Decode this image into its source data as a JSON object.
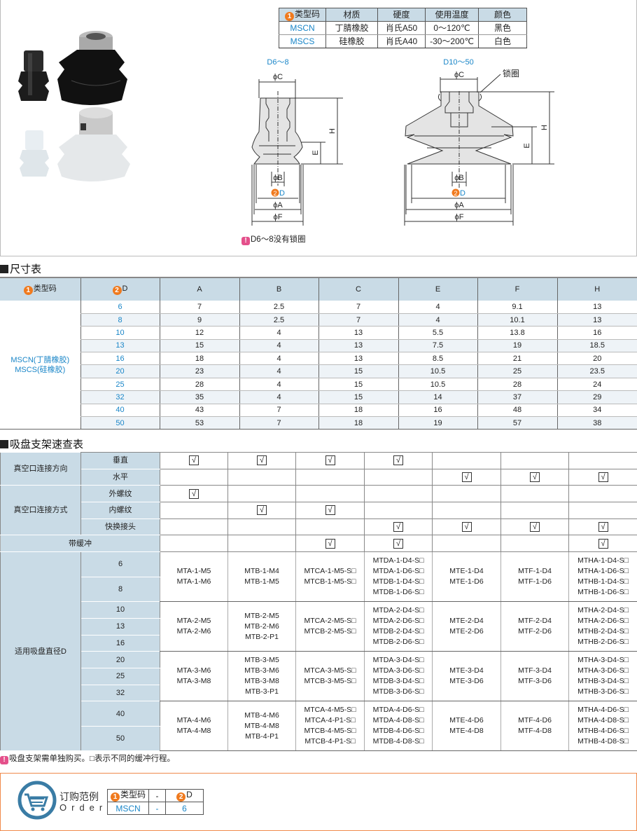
{
  "material_table": {
    "badge": "1",
    "headers": [
      "类型码",
      "材质",
      "硬度",
      "使用温度",
      "颜色"
    ],
    "rows": [
      [
        "MSCN",
        "丁腈橡胶",
        "肖氏A50",
        "0～120℃",
        "黑色"
      ],
      [
        "MSCS",
        "硅橡胶",
        "肖氏A40",
        "-30～200℃",
        "白色"
      ]
    ]
  },
  "drawings": {
    "small": {
      "title": "D6～8"
    },
    "large": {
      "title": "D10～50",
      "lock_ring": "锁圈"
    },
    "labels": {
      "c": "ϕC",
      "h": "H",
      "e": "E",
      "b": "ϕB",
      "d": "D",
      "d_badge": "2",
      "a": "ϕA",
      "f": "ϕF"
    },
    "note_icon": "!",
    "note": "D6～8没有锁圈"
  },
  "dimension_table": {
    "title": "尺寸表",
    "headers": [
      "类型码",
      "D",
      "A",
      "B",
      "C",
      "E",
      "F",
      "H"
    ],
    "header_badges": [
      "1",
      "2"
    ],
    "type_label": [
      "MSCN(丁腈橡胶)",
      "MSCS(硅橡胶)"
    ],
    "rows": [
      [
        "6",
        "7",
        "2.5",
        "7",
        "4",
        "9.1",
        "13"
      ],
      [
        "8",
        "9",
        "2.5",
        "7",
        "4",
        "10.1",
        "13"
      ],
      [
        "10",
        "12",
        "4",
        "13",
        "5.5",
        "13.8",
        "16"
      ],
      [
        "13",
        "15",
        "4",
        "13",
        "7.5",
        "19",
        "18.5"
      ],
      [
        "16",
        "18",
        "4",
        "13",
        "8.5",
        "21",
        "20"
      ],
      [
        "20",
        "23",
        "4",
        "15",
        "10.5",
        "25",
        "23.5"
      ],
      [
        "25",
        "28",
        "4",
        "15",
        "10.5",
        "28",
        "24"
      ],
      [
        "32",
        "35",
        "4",
        "15",
        "14",
        "37",
        "29"
      ],
      [
        "40",
        "43",
        "7",
        "18",
        "16",
        "48",
        "34"
      ],
      [
        "50",
        "53",
        "7",
        "18",
        "19",
        "57",
        "38"
      ]
    ]
  },
  "bracket_table": {
    "title": "吸盘支架速查表",
    "check_mark": "√",
    "groups": [
      {
        "label": "真空口连接方向",
        "rows": [
          {
            "label": "垂直",
            "checks": [
              1,
              1,
              1,
              1,
              0,
              0,
              0
            ]
          },
          {
            "label": "水平",
            "checks": [
              0,
              0,
              0,
              0,
              1,
              1,
              1
            ]
          }
        ]
      },
      {
        "label": "真空口连接方式",
        "rows": [
          {
            "label": "外螺纹",
            "checks": [
              1,
              0,
              0,
              0,
              0,
              0,
              0
            ]
          },
          {
            "label": "内螺纹",
            "checks": [
              0,
              1,
              1,
              0,
              0,
              0,
              0
            ]
          },
          {
            "label": "快换接头",
            "checks": [
              0,
              0,
              0,
              1,
              1,
              1,
              1
            ]
          }
        ]
      }
    ],
    "cushion": {
      "label": "带缓冲",
      "checks": [
        0,
        0,
        1,
        1,
        0,
        0,
        1
      ]
    },
    "diameter_label": "适用吸盘直径D",
    "diameter_groups": [
      {
        "sizes": [
          "6",
          "8"
        ],
        "codes": [
          [
            "MTA-1-M5",
            "MTA-1-M6"
          ],
          [
            "MTB-1-M4",
            "MTB-1-M5"
          ],
          [
            "MTCA-1-M5-S□",
            "MTCB-1-M5-S□"
          ],
          [
            "MTDA-1-D4-S□",
            "MTDA-1-D6-S□",
            "MTDB-1-D4-S□",
            "MTDB-1-D6-S□"
          ],
          [
            "MTE-1-D4",
            "MTE-1-D6"
          ],
          [
            "MTF-1-D4",
            "MTF-1-D6"
          ],
          [
            "MTHA-1-D4-S□",
            "MTHA-1-D6-S□",
            "MTHB-1-D4-S□",
            "MTHB-1-D6-S□"
          ]
        ]
      },
      {
        "sizes": [
          "10",
          "13",
          "16"
        ],
        "codes": [
          [
            "MTA-2-M5",
            "MTA-2-M6"
          ],
          [
            "MTB-2-M5",
            "MTB-2-M6",
            "MTB-2-P1"
          ],
          [
            "MTCA-2-M5-S□",
            "MTCB-2-M5-S□"
          ],
          [
            "MTDA-2-D4-S□",
            "MTDA-2-D6-S□",
            "MTDB-2-D4-S□",
            "MTDB-2-D6-S□"
          ],
          [
            "MTE-2-D4",
            "MTE-2-D6"
          ],
          [
            "MTF-2-D4",
            "MTF-2-D6"
          ],
          [
            "MTHA-2-D4-S□",
            "MTHA-2-D6-S□",
            "MTHB-2-D4-S□",
            "MTHB-2-D6-S□"
          ]
        ]
      },
      {
        "sizes": [
          "20",
          "25",
          "32"
        ],
        "codes": [
          [
            "MTA-3-M6",
            "MTA-3-M8"
          ],
          [
            "MTB-3-M5",
            "MTB-3-M6",
            "MTB-3-M8",
            "MTB-3-P1"
          ],
          [
            "MTCA-3-M5-S□",
            "MTCB-3-M5-S□"
          ],
          [
            "MTDA-3-D4-S□",
            "MTDA-3-D6-S□",
            "MTDB-3-D4-S□",
            "MTDB-3-D6-S□"
          ],
          [
            "MTE-3-D4",
            "MTE-3-D6"
          ],
          [
            "MTF-3-D4",
            "MTF-3-D6"
          ],
          [
            "MTHA-3-D4-S□",
            "MTHA-3-D6-S□",
            "MTHB-3-D4-S□",
            "MTHB-3-D6-S□"
          ]
        ]
      },
      {
        "sizes": [
          "40",
          "50"
        ],
        "codes": [
          [
            "MTA-4-M6",
            "MTA-4-M8"
          ],
          [
            "MTB-4-M6",
            "MTB-4-M8",
            "MTB-4-P1"
          ],
          [
            "MTCA-4-M5-S□",
            "MTCA-4-P1-S□",
            "MTCB-4-M5-S□",
            "MTCB-4-P1-S□"
          ],
          [
            "MTDA-4-D6-S□",
            "MTDA-4-D8-S□",
            "MTDB-4-D6-S□",
            "MTDB-4-D8-S□"
          ],
          [
            "MTE-4-D6",
            "MTE-4-D8"
          ],
          [
            "MTF-4-D6",
            "MTF-4-D8"
          ],
          [
            "MTHA-4-D6-S□",
            "MTHA-4-D8-S□",
            "MTHB-4-D6-S□",
            "MTHB-4-D8-S□"
          ]
        ]
      }
    ],
    "note_icon": "!",
    "note": "吸盘支架需单独购买。□表示不同的缓冲行程。"
  },
  "order": {
    "title": "订购范例",
    "subtitle": "Order",
    "headers": [
      "类型码",
      "-",
      "D"
    ],
    "badges": [
      "1",
      "2"
    ],
    "values": [
      "MSCN",
      "-",
      "6"
    ],
    "icon": "shopping-cart-icon"
  },
  "colors": {
    "header_bg": "#c9dbe6",
    "accent_blue": "#1a86c8",
    "badge_orange": "#f07a1e",
    "order_border": "#f08a4b",
    "cart_blue": "#3a7ca5"
  }
}
